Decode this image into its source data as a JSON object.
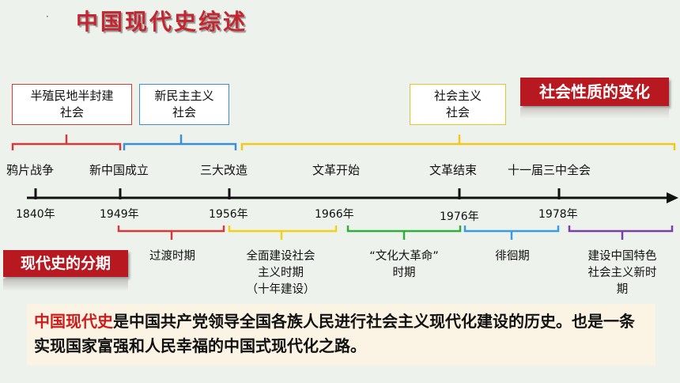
{
  "title": "中国现代史综述",
  "title_dot": "·",
  "nature_boxes": [
    {
      "text1": "半殖民地半封建",
      "text2": "社会",
      "color": "#d53a3a"
    },
    {
      "text1": "新民主主义",
      "text2": "社会",
      "color": "#3a8fd6"
    },
    {
      "text1": "社会主义",
      "text2": "社会",
      "color": "#e5c32c"
    }
  ],
  "banner_change": "社会性质的变化",
  "banner_period": "现代史的分期",
  "events": [
    "鸦片战争",
    "新中国成立",
    "三大改造",
    "文革开始",
    "文革结束",
    "十一届三中全会"
  ],
  "years": [
    "1840年",
    "1949年",
    "1956年",
    "1966年",
    "1976年",
    "1978年"
  ],
  "periods": [
    {
      "lines": [
        "过渡时期"
      ],
      "color": "#d53a3a"
    },
    {
      "lines": [
        "全面建设社会",
        "主义时期",
        "（十年建设）"
      ],
      "color": "#f0d21a"
    },
    {
      "lines": [
        "“文化大革命”",
        "时期"
      ],
      "color": "#2fae3f"
    },
    {
      "lines": [
        "徘徊期"
      ],
      "color": "#3a9be0"
    },
    {
      "lines": [
        "建设中国特色",
        "社会主义新时",
        "期"
      ],
      "color": "#7a3fa6"
    }
  ],
  "summary": {
    "highlight": "中国现代史",
    "rest": "是中国共产党领导全国各族人民进行社会主义现代化建设的历史。也是一条实现国家富强和人民幸福的中国式现代化之路。"
  }
}
